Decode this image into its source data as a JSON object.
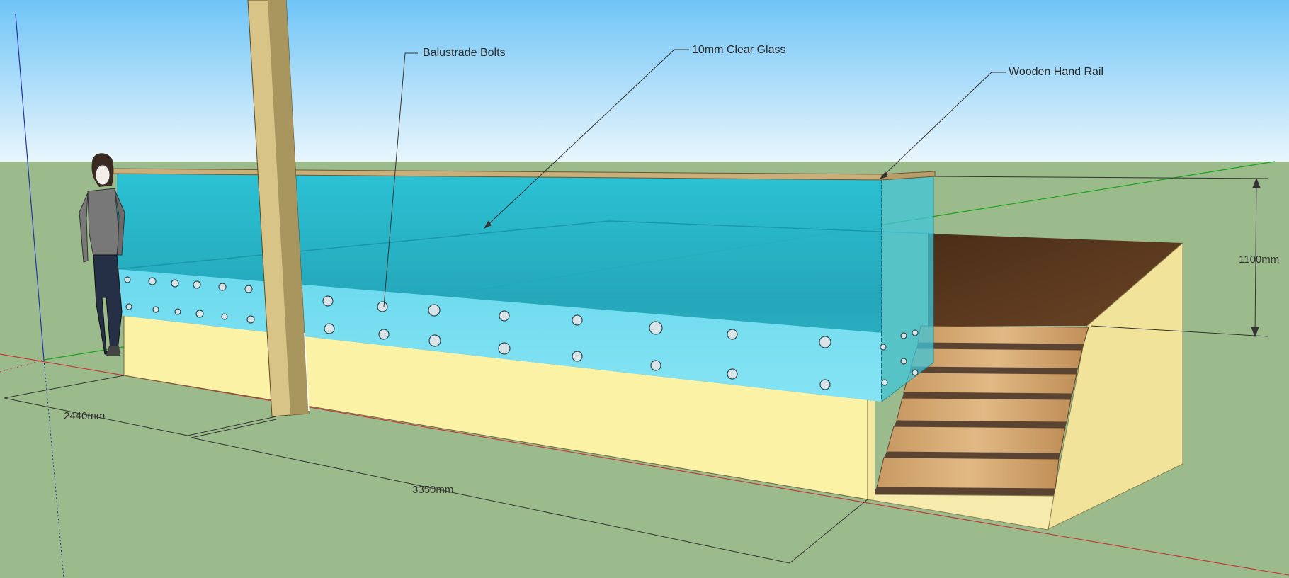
{
  "annotations": {
    "balustrade_bolts": "Balustrade Bolts",
    "clear_glass": "10mm Clear Glass",
    "hand_rail": "Wooden Hand Rail"
  },
  "dimensions": {
    "width_short": "2440mm",
    "width_long": "3350mm",
    "height": "1100mm"
  },
  "colors": {
    "sky_top": "#6fc4f7",
    "sky_bottom": "#e6f5fc",
    "ground": "#9cbb8c",
    "glass": "#2ec3d8",
    "deck_side": "#fbf2a5",
    "deck_top": "#5b3b1f",
    "post": "#d6c184",
    "rail": "#c9b07a"
  }
}
